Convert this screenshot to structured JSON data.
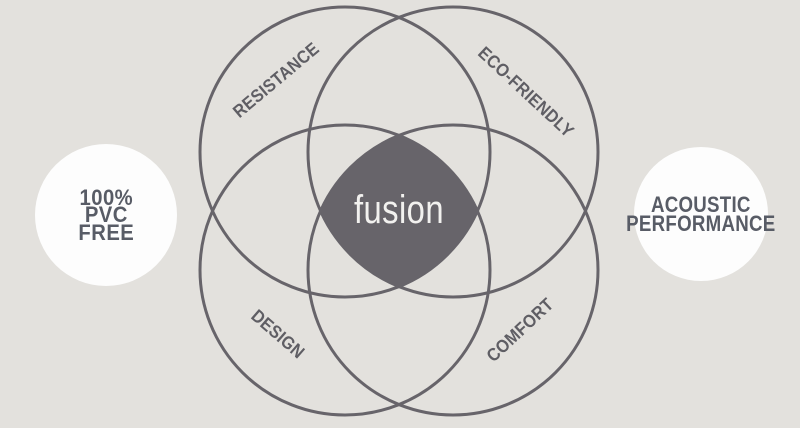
{
  "palette": {
    "background": "#e3e1dd",
    "ink": "#67646a",
    "label-ink": "#5f5e64",
    "badge-ink": "#585c66",
    "badge-bg": "#fdfdfd",
    "center-text": "#f2f1ef"
  },
  "center": {
    "label": "fusion"
  },
  "venn": {
    "labels": [
      {
        "id": "resistance",
        "text": "RESISTANCE"
      },
      {
        "id": "eco-friendly",
        "text": "ECO-FRIENDLY"
      },
      {
        "id": "design",
        "text": "DESIGN"
      },
      {
        "id": "comfort",
        "text": "COMFORT"
      }
    ]
  },
  "badges": {
    "left": {
      "lines": [
        "100%",
        "PVC",
        "FREE"
      ]
    },
    "right": {
      "lines": [
        "ACOUSTIC",
        "PERFORMANCE"
      ]
    }
  }
}
